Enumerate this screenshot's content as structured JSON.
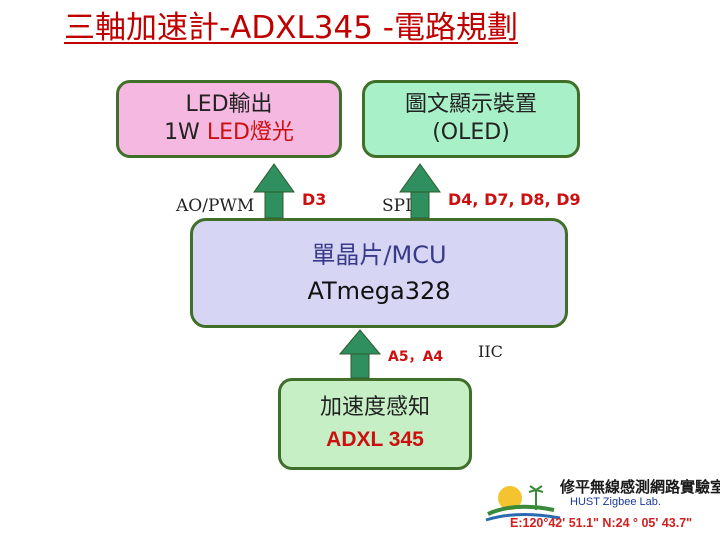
{
  "title": "三軸加速計-ADXL345 -電路規劃",
  "blocks": {
    "led": {
      "line1": "LED輸出",
      "line2_prefix": "1W ",
      "line2_highlight": "LED燈光"
    },
    "oled": {
      "line1": "圖文顯示裝置",
      "line2": "(OLED)"
    },
    "mcu": {
      "line1": "單晶片/MCU",
      "line2": "ATmega328"
    },
    "sensor": {
      "line1": "加速度感知",
      "line2": "ADXL 345"
    }
  },
  "labels": {
    "ao_pwm": "AO/PWM",
    "d3": "D3",
    "spi": "SPI",
    "d_pins": "D4, D7, D8, D9",
    "a5_a4": "A5，A4",
    "iic": "IIC"
  },
  "logo": {
    "name": "修平無線感測網路實驗室",
    "subtitle": "HUST Zigbee Lab.",
    "coordinates": "E:120°42' 51.1\"  N:24 ° 05' 43.7\""
  },
  "colors": {
    "title": "#c00000",
    "arrow": "#2f8f5f",
    "border": "#3f6f28"
  }
}
